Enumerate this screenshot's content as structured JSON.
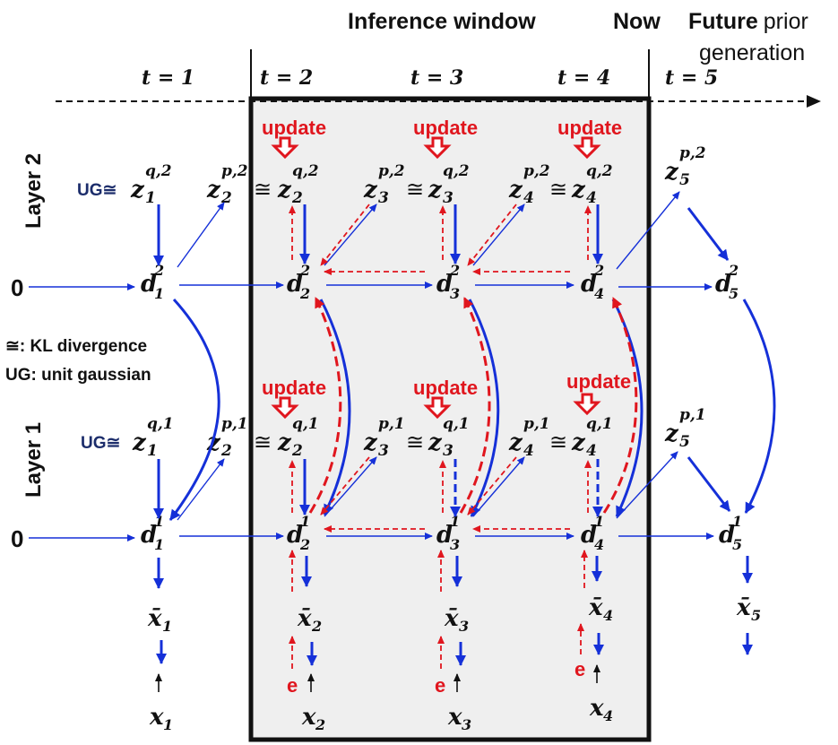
{
  "header": {
    "inference_window": "Inference window",
    "now": "Now",
    "future_bold": "Future",
    "future_rest": "prior",
    "future_line2": "generation"
  },
  "timeline": {
    "t_labels": [
      "t = 1",
      "t = 2",
      "t = 3",
      "t = 4",
      "t = 5"
    ]
  },
  "layers": {
    "layer2": "Layer 2",
    "layer1": "Layer 1",
    "zero": "0"
  },
  "legend": {
    "kl": "≅: KL divergence",
    "ug": "UG: unit gaussian"
  },
  "labels": {
    "update": "update",
    "ug_prefix": "UG≅",
    "kl_symbol": "≅",
    "error": "e"
  },
  "variables": {
    "layer2_posterior": [
      "z",
      "q,2"
    ],
    "layer2_prior": [
      "z",
      "p,2"
    ],
    "layer1_posterior": [
      "z",
      "q,1"
    ],
    "layer1_prior": [
      "z",
      "p,1"
    ],
    "det_layer2_sup": "2",
    "det_layer1_sup": "1",
    "det_symbol": "d",
    "prediction_symbol": "x̄",
    "observation_symbol": "x",
    "subscripts": [
      "1",
      "2",
      "3",
      "4",
      "5"
    ]
  },
  "colors": {
    "blue_arrow": "#1530d8",
    "red_arrow": "#e0161e",
    "window_fill": "#efefef",
    "window_border": "#111111",
    "text_dark": "#111111",
    "ug_text": "#1c2d6b"
  }
}
